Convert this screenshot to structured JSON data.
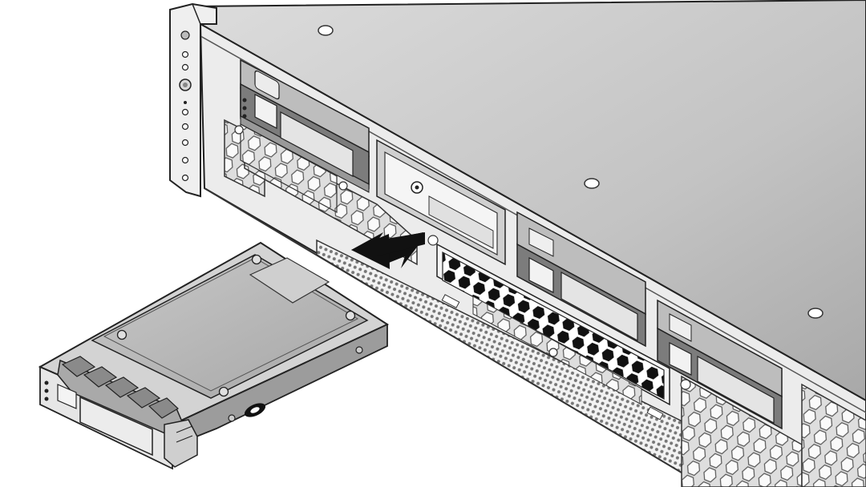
{
  "illustration": {
    "subject": "rack-server-drive-removal",
    "components": [
      "server-chassis",
      "rack-ear",
      "drive-bay",
      "drive-filler-panel",
      "ventilation-grille",
      "removed-drive",
      "drive-release-lever",
      "extraction-arrow"
    ],
    "drive_badge_text": "",
    "colors": {
      "chassis_top": "#c8c8c8",
      "chassis_top_dark": "#a9a9a9",
      "chassis_front": "#eeeeee",
      "filler_panel": "#111111",
      "drive_body": "#b5b5b5",
      "arrow": "#111111",
      "outline": "#222222"
    }
  }
}
